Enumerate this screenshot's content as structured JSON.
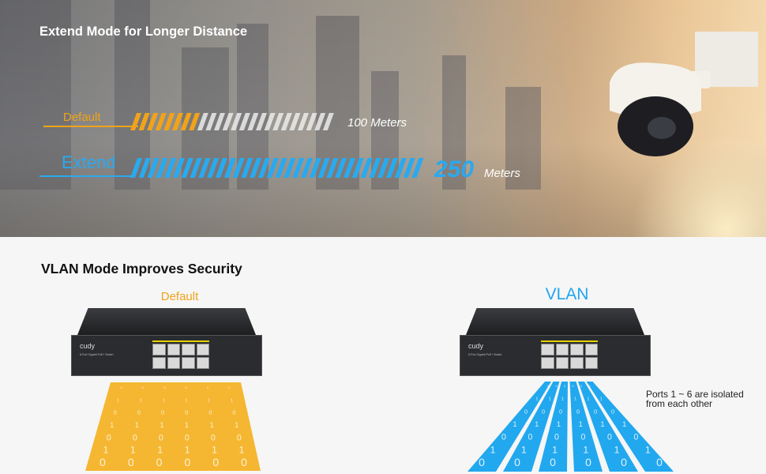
{
  "extend_section": {
    "title": "Extend Mode for Longer Distance",
    "default_label": "Default",
    "default_distance": "100 Meters",
    "extend_label": "Extend",
    "extend_value": "250",
    "extend_unit": "Meters"
  },
  "vlan_section": {
    "title": "VLAN Mode Improves Security",
    "default_label": "Default",
    "vlan_label": "VLAN",
    "note": "Ports 1 ~ 6 are isolated from each other",
    "switch_brand": "cudy",
    "switch_model": "8-Port Gigabit PoE+ Switch",
    "digit_rows": [
      "0",
      "1",
      "0",
      "1",
      "0",
      "1",
      "0"
    ]
  },
  "colors": {
    "orange": "#f0a31a",
    "blue": "#29aaf0"
  }
}
